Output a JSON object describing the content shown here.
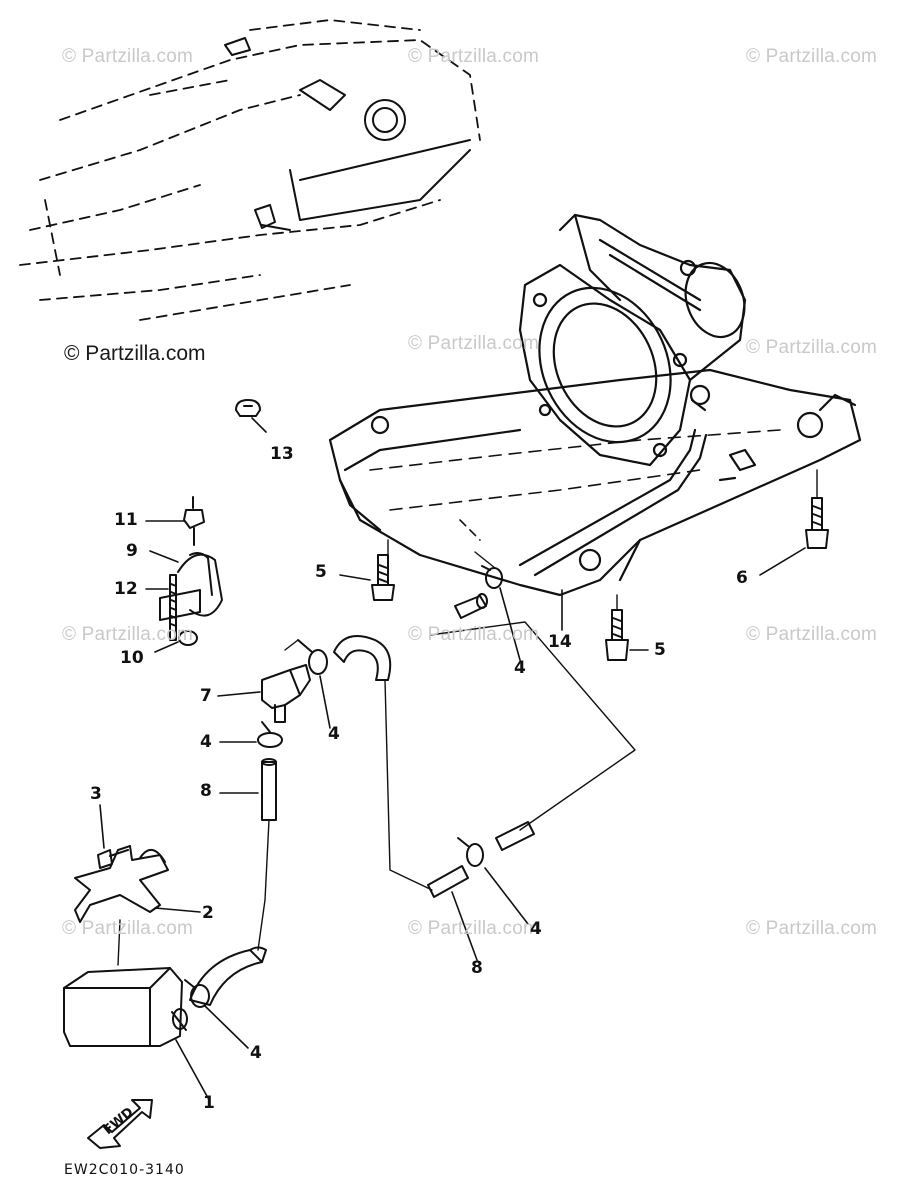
{
  "watermarks": {
    "brand": "© Partzilla.com",
    "brand_prominent": "© Partzilla.com"
  },
  "callouts": {
    "c1": "1",
    "c2": "2",
    "c3": "3",
    "c4a": "4",
    "c4b": "4",
    "c4c": "4",
    "c4d": "4",
    "c4e": "4",
    "c5a": "5",
    "c5b": "5",
    "c6": "6",
    "c7": "7",
    "c8a": "8",
    "c8b": "8",
    "c9": "9",
    "c10": "10",
    "c11": "11",
    "c12": "12",
    "c13": "13",
    "c14": "14"
  },
  "direction_badge": "FWD",
  "diagram_code": "EW2C010-3140",
  "colors": {
    "ink": "#111111",
    "watermark": "#c9c9c9",
    "paper": "#ffffff"
  }
}
